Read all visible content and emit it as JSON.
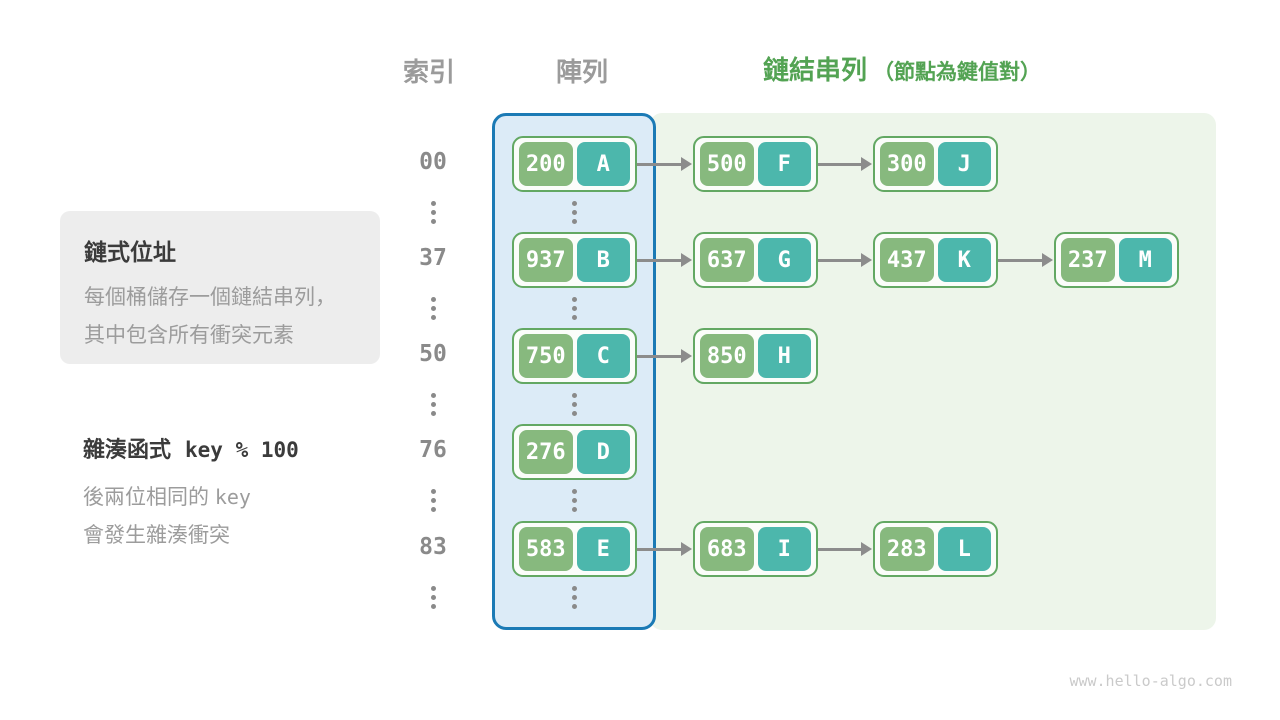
{
  "headers": {
    "index": "索引",
    "array": "陣列",
    "linked_list": "鏈結串列",
    "linked_list_note": "（節點為鍵值對）"
  },
  "info_box": {
    "title": "鏈式位址",
    "line1": "每個桶儲存一個鏈結串列，",
    "line2": "其中包含所有衝突元素"
  },
  "hash_note": {
    "title_text": "雜湊函式",
    "title_code": "key % 100",
    "line1_text": "後兩位相同的",
    "line1_code": "key",
    "line2": "會發生雜湊衝突"
  },
  "rows": [
    {
      "index": "00",
      "nodes": [
        {
          "key": "200",
          "value": "A"
        },
        {
          "key": "500",
          "value": "F"
        },
        {
          "key": "300",
          "value": "J"
        }
      ]
    },
    {
      "index": "37",
      "nodes": [
        {
          "key": "937",
          "value": "B"
        },
        {
          "key": "637",
          "value": "G"
        },
        {
          "key": "437",
          "value": "K"
        },
        {
          "key": "237",
          "value": "M"
        }
      ]
    },
    {
      "index": "50",
      "nodes": [
        {
          "key": "750",
          "value": "C"
        },
        {
          "key": "850",
          "value": "H"
        }
      ]
    },
    {
      "index": "76",
      "nodes": [
        {
          "key": "276",
          "value": "D"
        }
      ]
    },
    {
      "index": "83",
      "nodes": [
        {
          "key": "583",
          "value": "E"
        },
        {
          "key": "683",
          "value": "I"
        },
        {
          "key": "283",
          "value": "L"
        }
      ]
    }
  ],
  "watermark": "www.hello-algo.com",
  "colors": {
    "key_green": "#87b97e",
    "val_teal": "#4cb7ac",
    "node_border": "#63a863",
    "array_border": "#1b7ab5",
    "array_bg": "#dcebf7",
    "ll_bg": "#edf5ea",
    "green_header": "#53a353",
    "gray_header": "#9b9b9b",
    "arrow_gray": "#8c8c8c",
    "infobox_bg": "#ededed"
  }
}
